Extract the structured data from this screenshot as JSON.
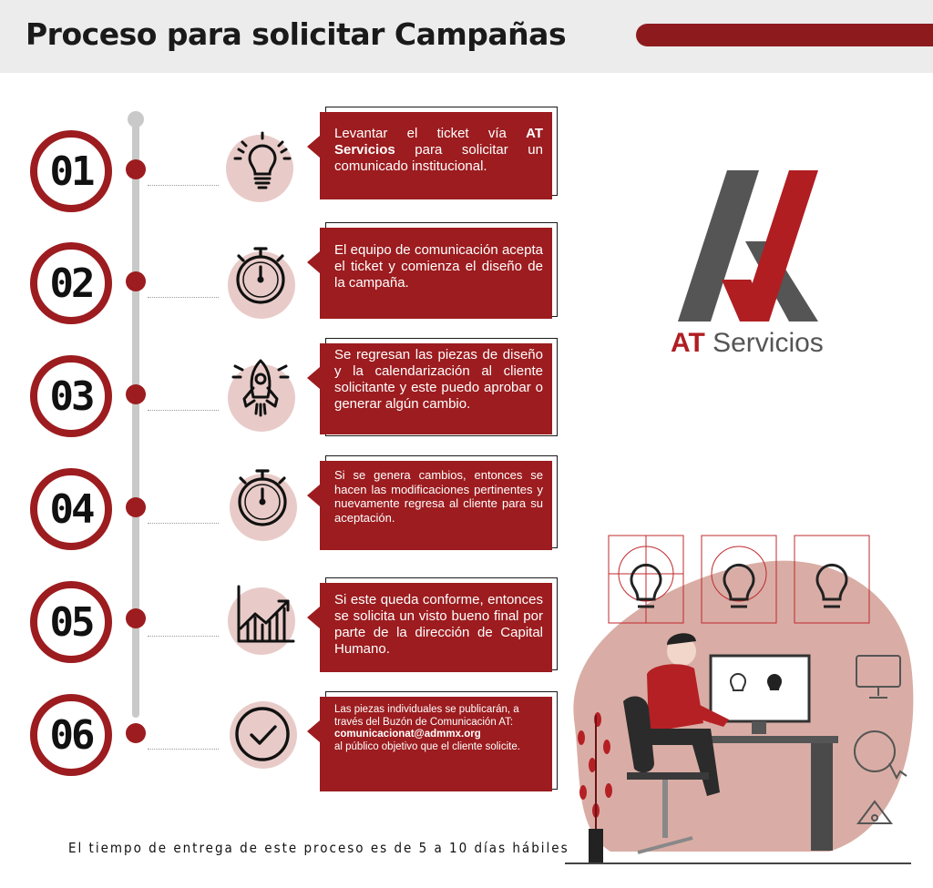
{
  "header": {
    "title": "Proceso para solicitar Campañas"
  },
  "steps": [
    {
      "number": "01",
      "icon": "lightbulb-icon",
      "pre": "Levantar el ticket vía ",
      "bold": "AT Servicios",
      "post": " para solicitar un comunicado institucional."
    },
    {
      "number": "02",
      "icon": "stopwatch-icon",
      "text": "El equipo de comunicación acepta el ticket y comienza el diseño de la campaña."
    },
    {
      "number": "03",
      "icon": "rocket-icon",
      "text": "Se regresan las piezas de diseño y la calendarización al cliente solicitante y este puedo aprobar o generar algún cambio."
    },
    {
      "number": "04",
      "icon": "stopwatch-icon",
      "text": "Si se genera cambios, entonces se hacen las modificaciones pertinentes y nuevamente regresa al cliente para su aceptación."
    },
    {
      "number": "05",
      "icon": "chart-icon",
      "text": "Si este queda conforme, entonces se solicita un visto bueno final por parte de la dirección de Capital Humano."
    },
    {
      "number": "06",
      "icon": "checkmark-icon",
      "text1": "Las piezas individuales se publicarán, a través del Buzón de Comunicación AT:",
      "email": "comunicacionat@admmx.org",
      "text2": "al público objetivo que el cliente solicite."
    }
  ],
  "logo": {
    "brand": "AT",
    "name": " Servicios"
  },
  "footer": {
    "text": "El tiempo de entrega de este proceso es de 5 a 10 días hábiles"
  },
  "colors": {
    "accent": "#9c1c1f",
    "dark": "#1a1a1a",
    "gray": "#5a5a5a",
    "pink": "#e8cbc8"
  }
}
